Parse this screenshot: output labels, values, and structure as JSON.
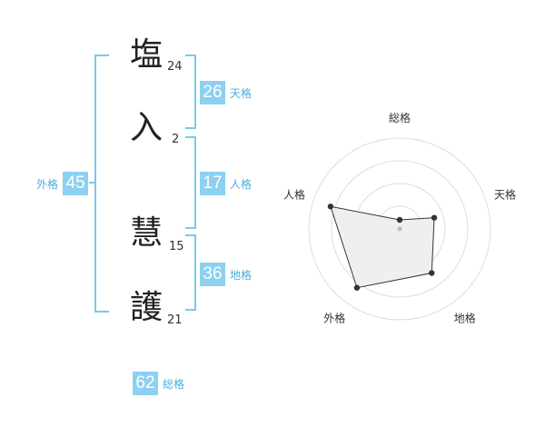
{
  "name": {
    "chars": [
      {
        "char": "塩",
        "strokes": "24"
      },
      {
        "char": "入",
        "strokes": "2"
      },
      {
        "char": "慧",
        "strokes": "15"
      },
      {
        "char": "護",
        "strokes": "21"
      }
    ]
  },
  "grids": {
    "tenkaku": {
      "value": "26",
      "label": "天格"
    },
    "jinkaku": {
      "value": "17",
      "label": "人格"
    },
    "chikaku": {
      "value": "36",
      "label": "地格"
    },
    "gaikaku": {
      "value": "45",
      "label": "外格"
    },
    "soukaku": {
      "value": "62",
      "label": "総格"
    }
  },
  "chart_data": {
    "type": "radar",
    "axes": [
      "総格",
      "天格",
      "地格",
      "外格",
      "人格"
    ],
    "values": [
      0.1,
      0.4,
      0.6,
      0.8,
      0.8
    ],
    "range": [
      0,
      1
    ],
    "rings": 4,
    "colors": {
      "fill": "#efefef",
      "stroke": "#333333",
      "grid": "#dddddd",
      "point": "#333333"
    }
  }
}
